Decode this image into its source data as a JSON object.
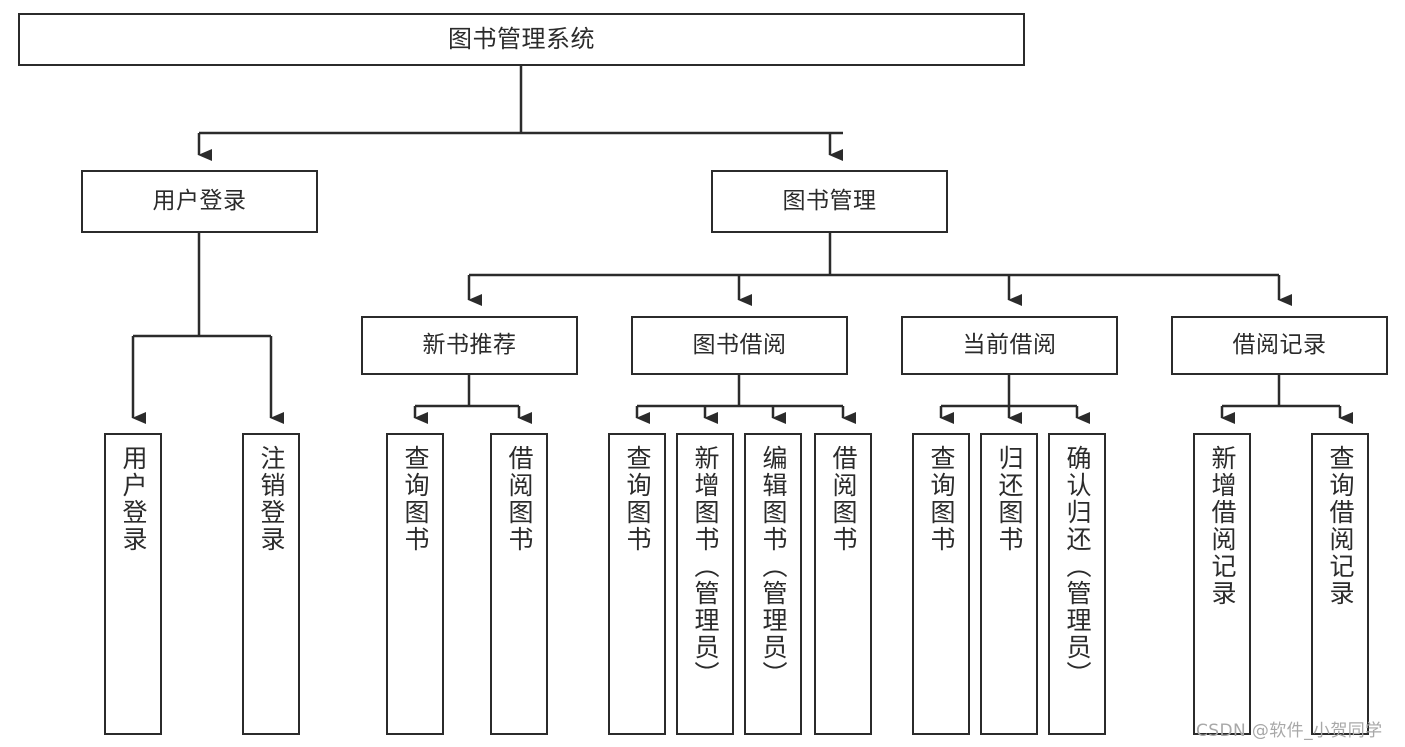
{
  "diagram": {
    "title": "图书管理系统",
    "type": "function-structure-tree",
    "levels": 4
  },
  "nodes": {
    "root": {
      "label": "图书管理系统"
    },
    "level2": [
      {
        "id": "user-login",
        "label": "用户登录"
      },
      {
        "id": "book-manage",
        "label": "图书管理"
      }
    ],
    "level3": [
      {
        "id": "new-book-recommend",
        "label": "新书推荐"
      },
      {
        "id": "book-borrow",
        "label": "图书借阅"
      },
      {
        "id": "current-borrow",
        "label": "当前借阅"
      },
      {
        "id": "borrow-record",
        "label": "借阅记录"
      }
    ],
    "leaves": {
      "user_login": [
        {
          "id": "leaf-user-login",
          "label": "用户登录"
        },
        {
          "id": "leaf-logout-login",
          "label": "注销登录"
        }
      ],
      "new_book_recommend": [
        {
          "id": "leaf-query-book-1",
          "label": "查询图书"
        },
        {
          "id": "leaf-borrow-book-1",
          "label": "借阅图书"
        }
      ],
      "book_borrow": [
        {
          "id": "leaf-query-book-2",
          "label": "查询图书"
        },
        {
          "id": "leaf-add-book",
          "label": "新增图书（管理员）"
        },
        {
          "id": "leaf-edit-book",
          "label": "编辑图书（管理员）"
        },
        {
          "id": "leaf-borrow-book-2",
          "label": "借阅图书"
        }
      ],
      "current_borrow": [
        {
          "id": "leaf-query-book-3",
          "label": "查询图书"
        },
        {
          "id": "leaf-return-book",
          "label": "归还图书"
        },
        {
          "id": "leaf-confirm-return",
          "label": "确认归还（管理员）"
        }
      ],
      "borrow_record": [
        {
          "id": "leaf-add-record",
          "label": "新增借阅记录"
        },
        {
          "id": "leaf-query-record",
          "label": "查询借阅记录"
        }
      ]
    }
  },
  "watermark": {
    "text": "CSDN @软件_小贺同学"
  },
  "colors": {
    "stroke": "#2b2b2b",
    "background": "#ffffff",
    "text": "#2b2b2b",
    "watermark": "#a8a8a8"
  }
}
